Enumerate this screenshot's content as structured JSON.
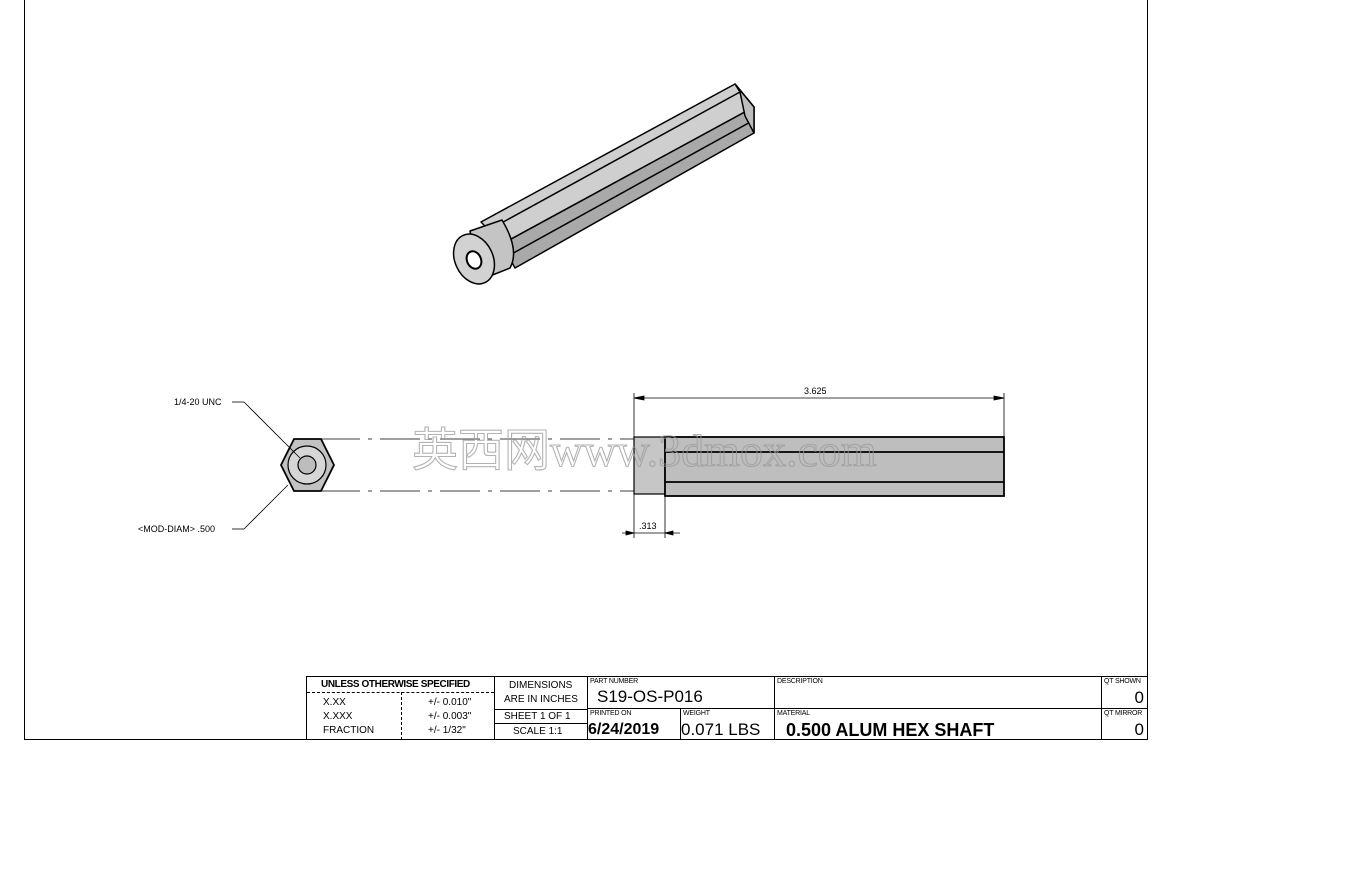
{
  "labels": {
    "thread_callout": "1/4-20 UNC",
    "diam_callout": "<MOD-DIAM> .500",
    "length_dim": "3.625",
    "short_dim": ".313",
    "watermark": "英西网www.3dmox.com"
  },
  "title_block": {
    "tolerance_header": "UNLESS OTHERWISE SPECIFIED",
    "tol_rows": [
      {
        "name": "X.XX",
        "value": "+/- 0.010\""
      },
      {
        "name": "X.XXX",
        "value": "+/- 0.003\""
      },
      {
        "name": "FRACTION",
        "value": "+/- 1/32\""
      }
    ],
    "dimensions_line1": "DIMENSIONS",
    "dimensions_line2": "ARE IN INCHES",
    "sheet": "SHEET 1 OF 1",
    "scale": "SCALE 1:1",
    "part_number_label": "PART NUMBER",
    "part_number": "S19-OS-P016",
    "description_label": "DESCRIPTION",
    "description": "",
    "qt_shown_label": "QT SHOWN",
    "qt_shown": "0",
    "printed_on_label": "PRINTED ON",
    "printed_on": "6/24/2019",
    "weight_label": "WEIGHT",
    "weight": "0.071 LBS",
    "material_label": "MATERIAL",
    "material": "0.500 ALUM HEX SHAFT",
    "qt_mirror_label": "QT MIRROR",
    "qt_mirror": "0"
  }
}
